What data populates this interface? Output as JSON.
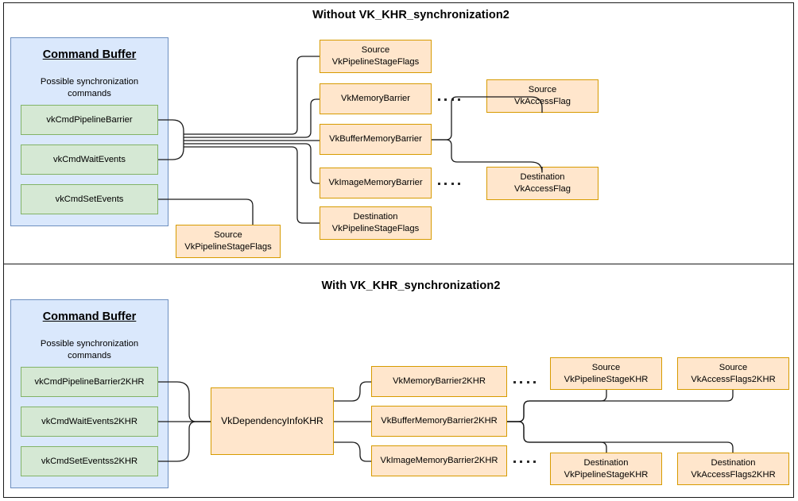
{
  "sections": [
    {
      "id": "without",
      "title": "Without VK_KHR_synchronization2",
      "command_buffer": {
        "title": "Command Buffer",
        "subtitle": "Possible synchronization commands",
        "commands": [
          {
            "label": "vkCmdPipelineBarrier"
          },
          {
            "label": "vkCmdWaitEvents"
          },
          {
            "label": "vkCmdSetEvents"
          }
        ]
      },
      "nodes": [
        {
          "id": "src-stage-top",
          "label": "Source\nVkPipelineStageFlags"
        },
        {
          "id": "memory-barrier",
          "label": "VkMemoryBarrier"
        },
        {
          "id": "buffer-memory-barrier",
          "label": "VkBufferMemoryBarrier"
        },
        {
          "id": "image-memory-barrier",
          "label": "VkImageMemoryBarrier"
        },
        {
          "id": "dst-stage",
          "label": "Destination\nVkPipelineStageFlags"
        },
        {
          "id": "src-stage-bottom",
          "label": "Source\nVkPipelineStageFlags"
        },
        {
          "id": "src-access",
          "label": "Source\nVkAccessFlag"
        },
        {
          "id": "dst-access",
          "label": "Destination\nVkAccessFlag"
        }
      ]
    },
    {
      "id": "with",
      "title": "With VK_KHR_synchronization2",
      "command_buffer": {
        "title": "Command Buffer",
        "subtitle": "Possible synchronization commands",
        "commands": [
          {
            "label": "vkCmdPipelineBarrier2KHR"
          },
          {
            "label": "vkCmdWaitEvents2KHR"
          },
          {
            "label": "vkCmdSetEventss2KHR"
          }
        ]
      },
      "nodes": [
        {
          "id": "dependency-info",
          "label": "VkDependencyInfoKHR"
        },
        {
          "id": "memory-barrier2",
          "label": "VkMemoryBarrier2KHR"
        },
        {
          "id": "buffer-memory-barrier2",
          "label": "VkBufferMemoryBarrier2KHR"
        },
        {
          "id": "image-memory-barrier2",
          "label": "VkImageMemoryBarrier2KHR"
        },
        {
          "id": "src-stage2",
          "label": "Source\nVkPipelineStageKHR"
        },
        {
          "id": "src-access2",
          "label": "Source\nVkAccessFlags2KHR"
        },
        {
          "id": "dst-stage2",
          "label": "Destination\nVkPipelineStageKHR"
        },
        {
          "id": "dst-access2",
          "label": "Destination\nVkAccessFlags2KHR"
        }
      ]
    }
  ],
  "colors": {
    "container_fill": "#dae8fc",
    "container_stroke": "#6c8ebf",
    "command_fill": "#d5e8d4",
    "command_stroke": "#82b366",
    "struct_fill": "#ffe6cc",
    "struct_stroke": "#d79b00",
    "line": "#1a1a1a",
    "text": "#000000"
  }
}
